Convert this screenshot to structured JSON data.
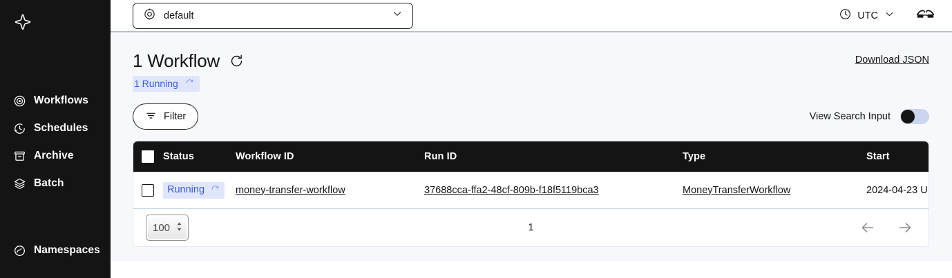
{
  "sidebar": {
    "logo_icon": "temporal-logo-icon",
    "primary_items": [
      {
        "label": "Workflows",
        "icon": "workflows-icon"
      },
      {
        "label": "Schedules",
        "icon": "schedules-icon"
      },
      {
        "label": "Archive",
        "icon": "archive-icon"
      },
      {
        "label": "Batch",
        "icon": "batch-icon"
      }
    ],
    "secondary_items": [
      {
        "label": "Namespaces",
        "icon": "namespaces-icon"
      }
    ]
  },
  "topbar": {
    "namespace_value": "default",
    "namespace_icon": "namespace-icon",
    "namespace_chevron": "chevron-down-icon",
    "timezone_label": "UTC",
    "timezone_icon": "clock-icon",
    "timezone_chevron": "chevron-down-icon",
    "data_encoder_icon": "glasses-icon"
  },
  "content": {
    "page_title": "1 Workflow",
    "refresh_icon": "refresh-icon",
    "download_label": "Download JSON",
    "status_summary": {
      "label": "1 Running",
      "icon": "running-spinner-icon"
    },
    "filter_button": {
      "label": "Filter",
      "icon": "filter-icon"
    },
    "search_toggle": {
      "label": "View Search Input",
      "state": "off"
    }
  },
  "table": {
    "columns": [
      "Status",
      "Workflow ID",
      "Run ID",
      "Type",
      "Start"
    ],
    "rows": [
      {
        "status": "Running",
        "status_icon": "running-spinner-icon",
        "workflow_id": "money-transfer-workflow",
        "run_id": "37688cca-ffa2-48cf-809b-f18f5119bca3",
        "type": "MoneyTransferWorkflow",
        "start": "2024-04-23 U"
      }
    ],
    "footer": {
      "page_size": "100",
      "page_number": "1",
      "prev_icon": "arrow-left-icon",
      "next_icon": "arrow-right-icon"
    }
  },
  "colors": {
    "sidebar_bg": "#141414",
    "accent_blue": "#3b5ce0",
    "pill_bg": "#dfe6fb",
    "page_bg": "#f7f8fb",
    "header_row_bg": "#141414"
  }
}
